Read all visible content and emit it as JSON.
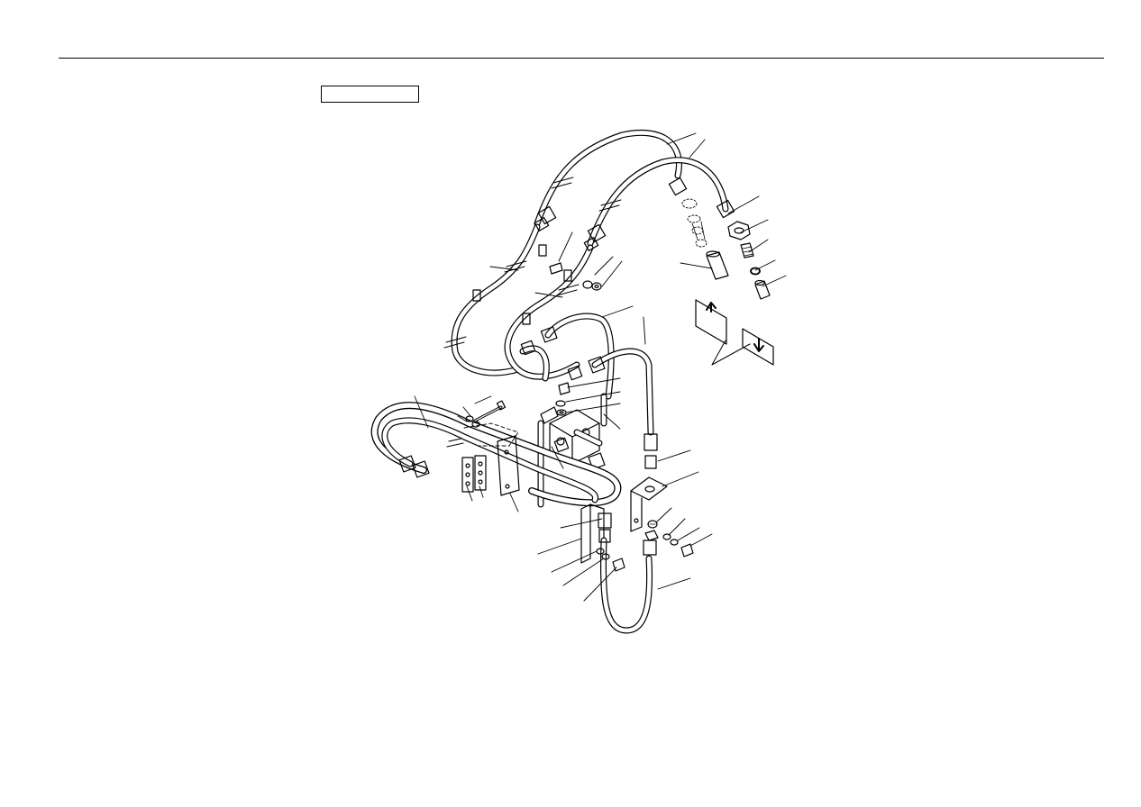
{
  "page": {
    "label_box_text": ""
  },
  "figure": {
    "icons": [
      "hose-assembly",
      "elbow-fitting",
      "nut",
      "washer",
      "bolt",
      "bracket",
      "clamp",
      "o-ring",
      "direction-arrow"
    ]
  }
}
